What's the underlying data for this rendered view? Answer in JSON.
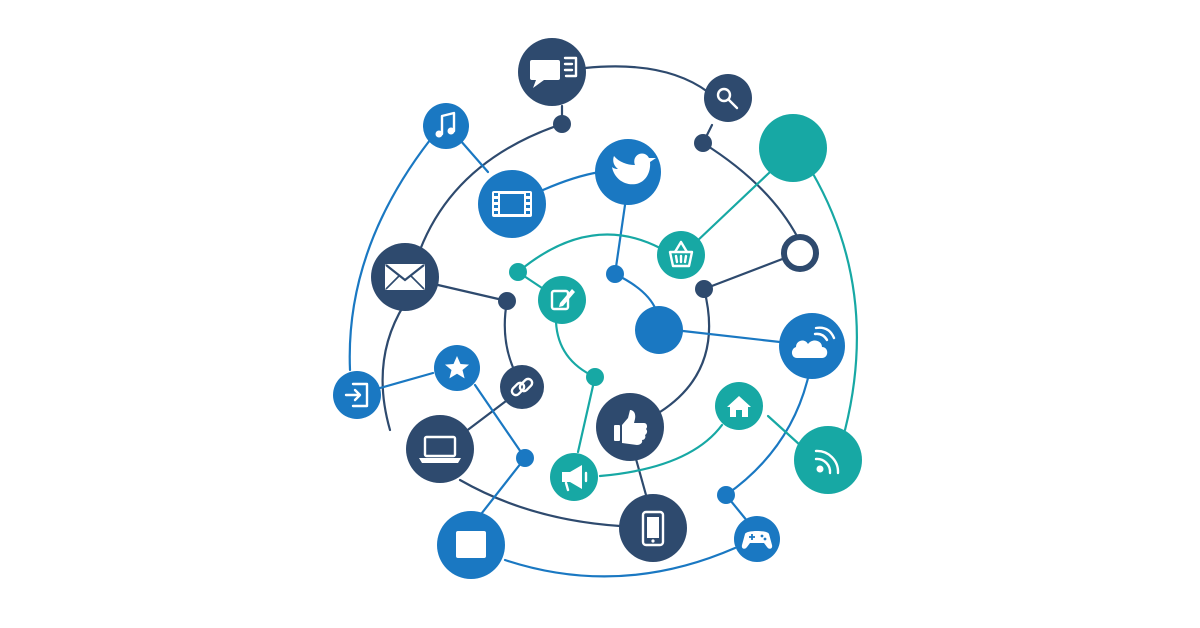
{
  "palette": {
    "navy": "#2e4a6e",
    "blue": "#1a78c2",
    "teal": "#17a8a4",
    "background": "#ffffff"
  },
  "nodes": [
    {
      "icon": "chat-bubbles-icon",
      "color": "navy"
    },
    {
      "icon": "search-icon",
      "color": "navy"
    },
    {
      "icon": "music-note-icon",
      "color": "blue"
    },
    {
      "icon": "twitter-bird-icon",
      "color": "blue"
    },
    {
      "icon": "film-strip-icon",
      "color": "blue"
    },
    {
      "icon": "shopping-basket-icon",
      "color": "teal"
    },
    {
      "icon": "envelope-icon",
      "color": "navy"
    },
    {
      "icon": "edit-note-icon",
      "color": "teal"
    },
    {
      "icon": "ring-icon",
      "color": "navy"
    },
    {
      "icon": "cloud-wifi-icon",
      "color": "blue"
    },
    {
      "icon": "star-icon",
      "color": "blue"
    },
    {
      "icon": "login-icon",
      "color": "blue"
    },
    {
      "icon": "link-icon",
      "color": "navy"
    },
    {
      "icon": "laptop-icon",
      "color": "navy"
    },
    {
      "icon": "thumbs-up-icon",
      "color": "navy"
    },
    {
      "icon": "home-icon",
      "color": "teal"
    },
    {
      "icon": "rss-icon",
      "color": "teal"
    },
    {
      "icon": "megaphone-icon",
      "color": "teal"
    },
    {
      "icon": "tablet-icon",
      "color": "blue"
    },
    {
      "icon": "smartphone-icon",
      "color": "navy"
    },
    {
      "icon": "gamepad-icon",
      "color": "blue"
    }
  ]
}
